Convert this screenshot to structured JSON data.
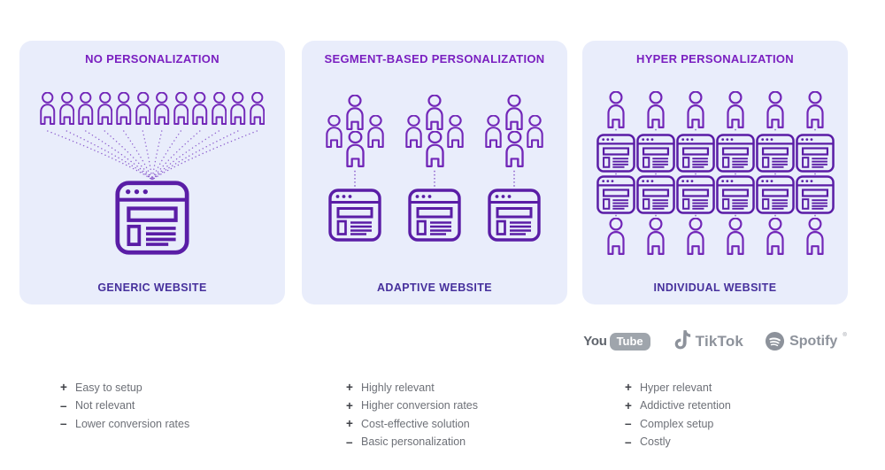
{
  "colors": {
    "panel_bg": "#e9edfb",
    "panel_title": "#7a1fc0",
    "panel_label": "#46309c",
    "icon_person": "#7227b8",
    "icon_site": "#5a1da6",
    "dotted": "#8f62cf",
    "list_text": "#6d7077",
    "list_sign": "#3f4147",
    "logo_gray": "#8d929b"
  },
  "panels": [
    {
      "title": "NO PERSONALIZATION",
      "label": "GENERIC WEBSITE",
      "users_count": 12,
      "website_count": 1
    },
    {
      "title": "SEGMENT-BASED PERSONALIZATION",
      "label": "ADAPTIVE WEBSITE",
      "segment_count": 3,
      "users_per_segment": 4,
      "website_count": 3
    },
    {
      "title": "HYPER PERSONALIZATION",
      "label": "INDIVIDUAL WEBSITE",
      "column_count": 6,
      "column_pattern": [
        "user",
        "website",
        "website",
        "user"
      ]
    }
  ],
  "logos": {
    "youtube": {
      "part1": "You",
      "part2": "Tube"
    },
    "tiktok": {
      "label": "TikTok"
    },
    "spotify": {
      "label": "Spotify",
      "mark": "®"
    }
  },
  "pros_cons": [
    {
      "items": [
        {
          "sign": "+",
          "text": "Easy to setup"
        },
        {
          "sign": "–",
          "text": "Not relevant"
        },
        {
          "sign": "–",
          "text": "Lower conversion rates"
        }
      ]
    },
    {
      "items": [
        {
          "sign": "+",
          "text": "Highly relevant"
        },
        {
          "sign": "+",
          "text": "Higher conversion rates"
        },
        {
          "sign": "+",
          "text": "Cost-effective solution"
        },
        {
          "sign": "–",
          "text": "Basic personalization"
        }
      ]
    },
    {
      "items": [
        {
          "sign": "+",
          "text": "Hyper relevant"
        },
        {
          "sign": "+",
          "text": "Addictive retention"
        },
        {
          "sign": "–",
          "text": "Complex setup"
        },
        {
          "sign": "–",
          "text": "Costly"
        }
      ]
    }
  ]
}
